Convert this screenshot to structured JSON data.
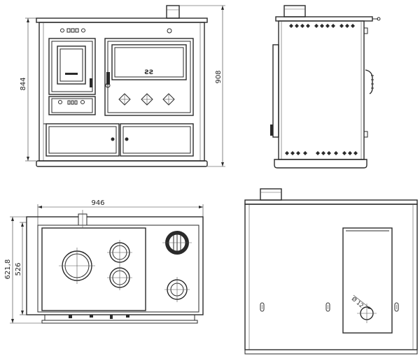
{
  "front_view": {
    "height_label": "844",
    "total_height_label": "908"
  },
  "top_view": {
    "width_label": "946",
    "depth_total_label": "621,8",
    "depth_label": "526"
  },
  "back_view": {
    "flue_diameter_label": "Ø 12"
  }
}
